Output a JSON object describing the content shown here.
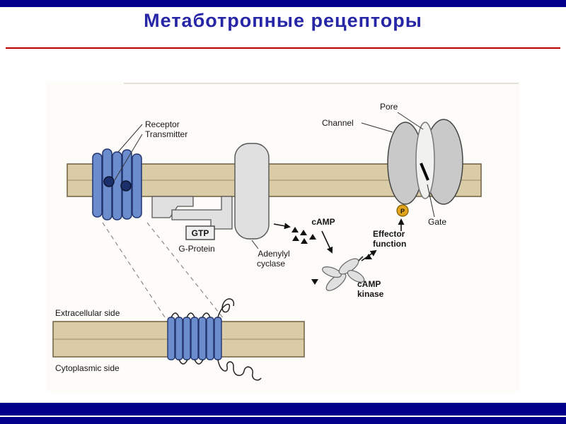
{
  "slide": {
    "title": "Метаботропные рецепторы"
  },
  "diagram": {
    "labels": {
      "receptor": "Receptor",
      "transmitter": "Transmitter",
      "channel": "Channel",
      "pore": "Pore",
      "gate": "Gate",
      "gtp": "GTP",
      "g_protein": "G-Protein",
      "adenylyl_line1": "Adenylyl",
      "adenylyl_line2": "cyclase",
      "camp": "cAMP",
      "kinase_line1": "cAMP",
      "kinase_line2": "kinase",
      "effector_line1": "Effector",
      "effector_line2": "function",
      "phosphate": "P",
      "extracellular_side": "Extracellular side",
      "cytoplasmic_side": "Cytoplasmic side"
    },
    "colors": {
      "membrane": "#d9cca6",
      "membrane_outline": "#6f6040",
      "receptor_blue": "#6b8ccd",
      "receptor_outline": "#23356e",
      "transmitter_ball": "#1d2f6b",
      "protein_gray": "#e0e0e0",
      "channel_gray": "#c9c9c9",
      "pore_light": "#f1f1ef",
      "phosphate_orange": "#e2a41c",
      "navy_bar": "#00008b",
      "red_divider": "#b40000",
      "title_blue": "#2626a6"
    }
  }
}
